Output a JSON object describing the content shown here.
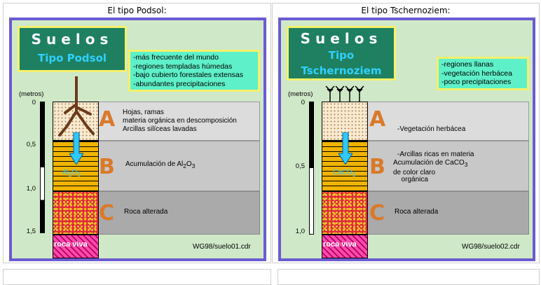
{
  "left": {
    "caption": "El tipo Podsol:",
    "title_main": "Suelos",
    "title_sub_lines": [
      "Tipo Podsol"
    ],
    "info": [
      "-más frecuente del mundo",
      "-regiones templadas húmedas",
      "-bajo cubierto forestales extensas",
      "-abundantes precipitaciones"
    ],
    "metros": "(metros)",
    "ticks": [
      "0",
      "0,5",
      "1,0",
      "1,5"
    ],
    "layers": {
      "A": {
        "letter": "A",
        "desc": [
          "Hojas, ramas",
          "materia orgánica en descomposición",
          "Arcillas silíceas lavadas"
        ]
      },
      "B": {
        "letter": "B",
        "desc_prefix": "Acumulación de Al",
        "desc_sub1": "2",
        "desc_mid": "O",
        "desc_sub2": "3",
        "chem_prefix": "Al",
        "chem_sub1": "2",
        "chem_mid": "O",
        "chem_sub2": "3"
      },
      "C": {
        "letter": "C",
        "desc": "Roca alterada"
      }
    },
    "roca": "roca viva",
    "credit": "WG98/suelo01.cdr"
  },
  "right": {
    "caption": "El tipo Tschernoziem:",
    "title_main": "Suelos",
    "title_sub_lines": [
      "Tipo",
      "Tschernoziem"
    ],
    "info": [
      "-regiones llanas",
      "-vegetación herbácea",
      "-poco precipitaciones"
    ],
    "metros": "(metros)",
    "ticks": [
      "0",
      "0,5",
      "1,0"
    ],
    "layers": {
      "A": {
        "letter": "A",
        "desc": [
          "-Vegetación herbácea",
          "-Arcillas ricas en materia",
          "  orgánica"
        ]
      },
      "B": {
        "letter": "B",
        "desc_line1_prefix": "Acumulación de CaCO",
        "desc_line1_sub": "3",
        "desc_line2": "de color claro",
        "chem_prefix": "CaCO",
        "chem_sub": "3"
      },
      "C": {
        "letter": "C",
        "desc": "Roca alterada"
      }
    },
    "roca": "roca viva",
    "credit": "WG98/suelo02.cdr"
  },
  "colors": {
    "panel_bg": "#cfe8c8",
    "panel_border": "#6b5bd0",
    "title_bg": "#1e8060",
    "title_border": "#f5f06c",
    "info_bg": "#5ef0c8",
    "letter": "#d97a2a",
    "arrow": "#30c8ff"
  }
}
